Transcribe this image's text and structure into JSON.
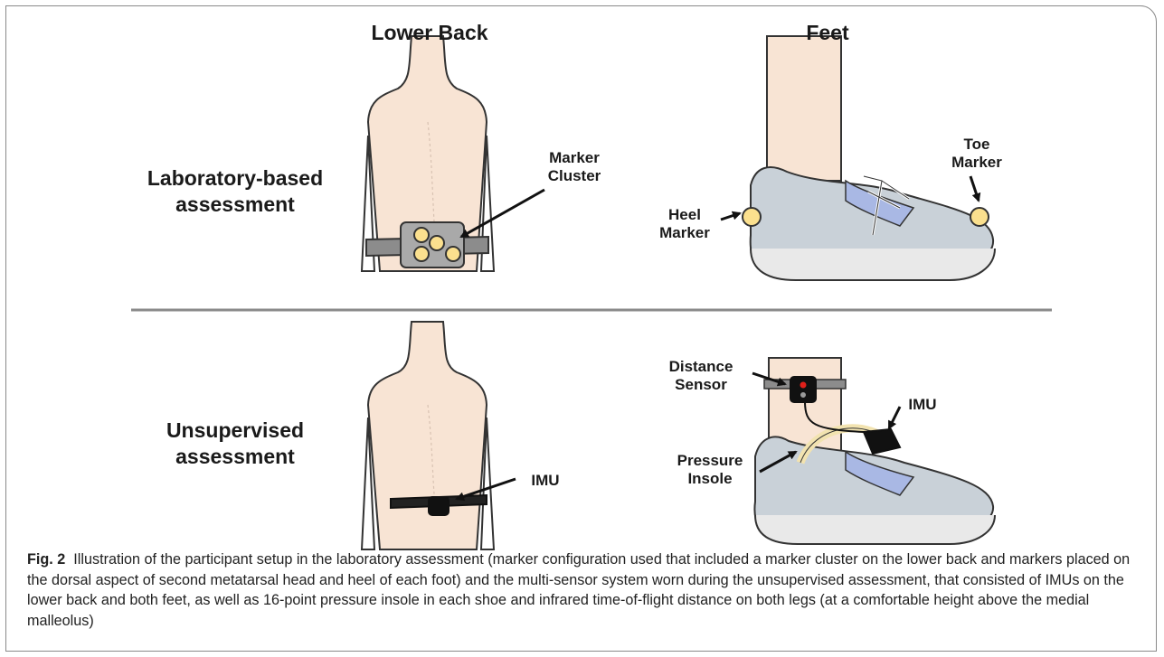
{
  "figure": {
    "columns": {
      "left": "Lower Back",
      "right": "Feet"
    },
    "rows": {
      "top": "Laboratory-based\nassessment",
      "bottom": "Unsupervised\nassessment"
    },
    "labels": {
      "marker_cluster": "Marker\nCluster",
      "toe_marker": "Toe\nMarker",
      "heel_marker": "Heel\nMarker",
      "imu_back": "IMU",
      "distance_sensor": "Distance\nSensor",
      "imu_foot": "IMU",
      "pressure_insole": "Pressure\nInsole"
    }
  },
  "caption": {
    "label": "Fig. 2",
    "text": "Illustration of the participant setup in the laboratory assessment (marker configuration used that included a marker cluster on the lower back and markers placed on the dorsal aspect of second metatarsal head and heel of each foot) and the multi-sensor system worn during the unsupervised assessment, that consisted of IMUs on the lower back and both feet, as well as 16-point pressure insole in each shoe and infrared time-of-flight distance on both legs (at a comfortable height above the medial malleolus)"
  },
  "colors": {
    "skin": "#f8e4d4",
    "shoe": "#c9d1d8",
    "shoe_accent": "#a9b8e4",
    "marker": "#fbe08e",
    "band": "#8c8c8c",
    "sensor": "#111111"
  }
}
